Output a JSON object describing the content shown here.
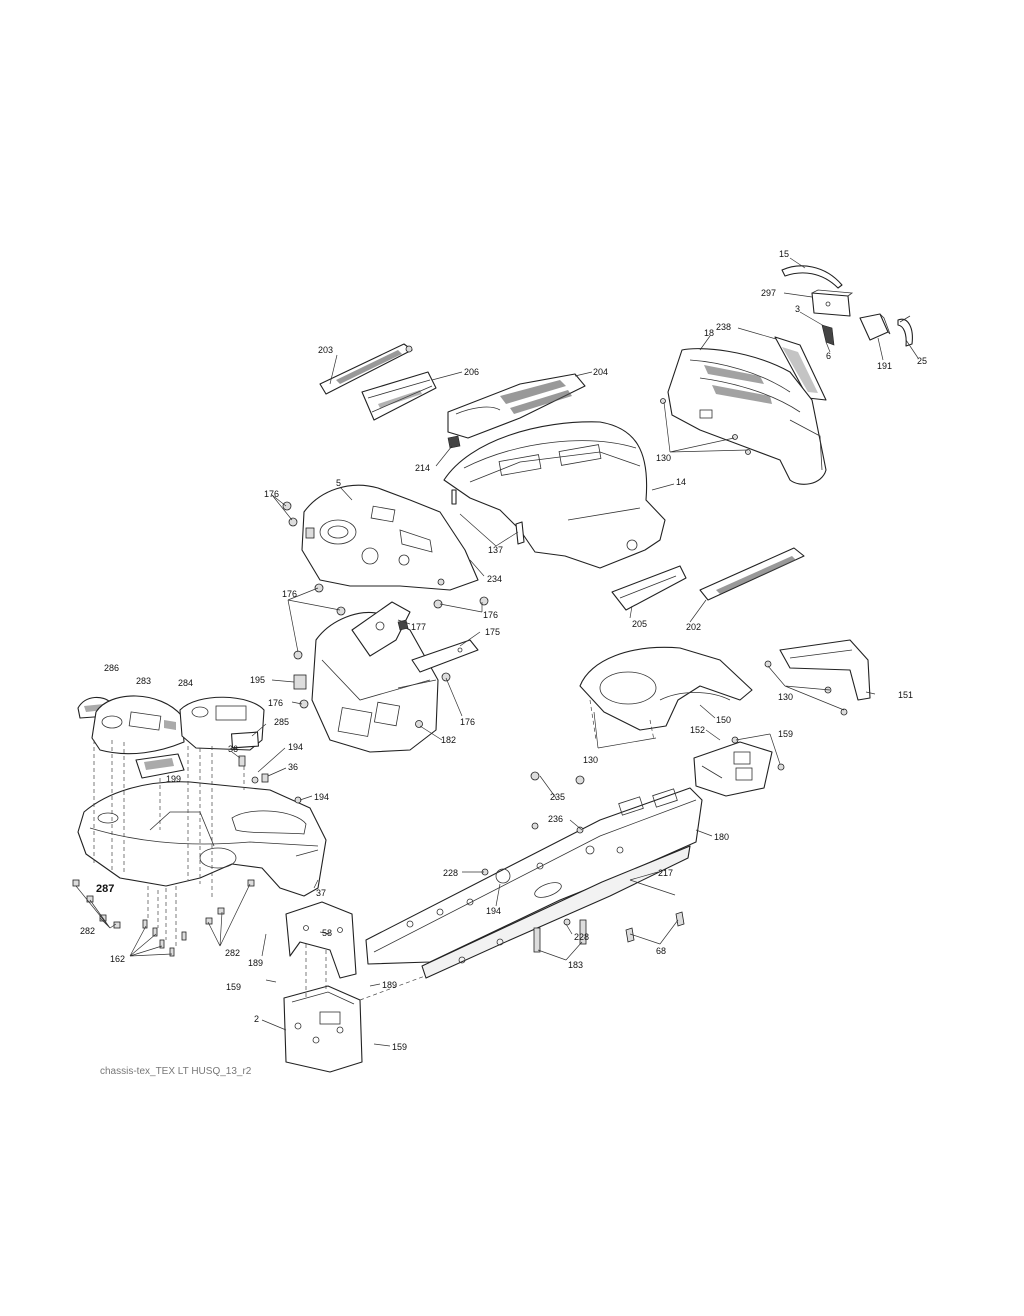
{
  "caption": "chassis-tex_TEX LT HUSQ_13_r2",
  "labels": [
    {
      "id": "l15",
      "text": "15"
    },
    {
      "id": "l297",
      "text": "297"
    },
    {
      "id": "l3",
      "text": "3"
    },
    {
      "id": "l238",
      "text": "238"
    },
    {
      "id": "l18",
      "text": "18"
    },
    {
      "id": "l6",
      "text": "6"
    },
    {
      "id": "l191",
      "text": "191"
    },
    {
      "id": "l25",
      "text": "25"
    },
    {
      "id": "l203",
      "text": "203"
    },
    {
      "id": "l206",
      "text": "206"
    },
    {
      "id": "l204",
      "text": "204"
    },
    {
      "id": "l130a",
      "text": "130"
    },
    {
      "id": "l214",
      "text": "214"
    },
    {
      "id": "l14",
      "text": "14"
    },
    {
      "id": "l176a",
      "text": "176"
    },
    {
      "id": "l5",
      "text": "5"
    },
    {
      "id": "l137",
      "text": "137"
    },
    {
      "id": "l234",
      "text": "234"
    },
    {
      "id": "l176b",
      "text": "176"
    },
    {
      "id": "l202",
      "text": "202"
    },
    {
      "id": "l205",
      "text": "205"
    },
    {
      "id": "l176c",
      "text": "176"
    },
    {
      "id": "l177",
      "text": "177"
    },
    {
      "id": "l175",
      "text": "175"
    },
    {
      "id": "l286",
      "text": "286"
    },
    {
      "id": "l283",
      "text": "283"
    },
    {
      "id": "l284",
      "text": "284"
    },
    {
      "id": "l195",
      "text": "195"
    },
    {
      "id": "l176d",
      "text": "176"
    },
    {
      "id": "l176e",
      "text": "176"
    },
    {
      "id": "l285",
      "text": "285"
    },
    {
      "id": "l182",
      "text": "182"
    },
    {
      "id": "l150",
      "text": "150"
    },
    {
      "id": "l130b",
      "text": "130"
    },
    {
      "id": "l151",
      "text": "151"
    },
    {
      "id": "l130c",
      "text": "130"
    },
    {
      "id": "l152",
      "text": "152"
    },
    {
      "id": "l159a",
      "text": "159"
    },
    {
      "id": "l36a",
      "text": "36"
    },
    {
      "id": "l194a",
      "text": "194"
    },
    {
      "id": "l36b",
      "text": "36"
    },
    {
      "id": "l199",
      "text": "199"
    },
    {
      "id": "l194b",
      "text": "194"
    },
    {
      "id": "l235",
      "text": "235"
    },
    {
      "id": "l236",
      "text": "236"
    },
    {
      "id": "l180",
      "text": "180"
    },
    {
      "id": "l228a",
      "text": "228"
    },
    {
      "id": "l217",
      "text": "217"
    },
    {
      "id": "l287",
      "text": "287"
    },
    {
      "id": "l37",
      "text": "37"
    },
    {
      "id": "l194c",
      "text": "194"
    },
    {
      "id": "l228b",
      "text": "228"
    },
    {
      "id": "l282a",
      "text": "282"
    },
    {
      "id": "l282b",
      "text": "282"
    },
    {
      "id": "l58",
      "text": "58"
    },
    {
      "id": "l68",
      "text": "68"
    },
    {
      "id": "l162",
      "text": "162"
    },
    {
      "id": "l183",
      "text": "183"
    },
    {
      "id": "l189a",
      "text": "189"
    },
    {
      "id": "l189b",
      "text": "189"
    },
    {
      "id": "l159b",
      "text": "159"
    },
    {
      "id": "l2",
      "text": "2"
    },
    {
      "id": "l159c",
      "text": "159"
    }
  ]
}
